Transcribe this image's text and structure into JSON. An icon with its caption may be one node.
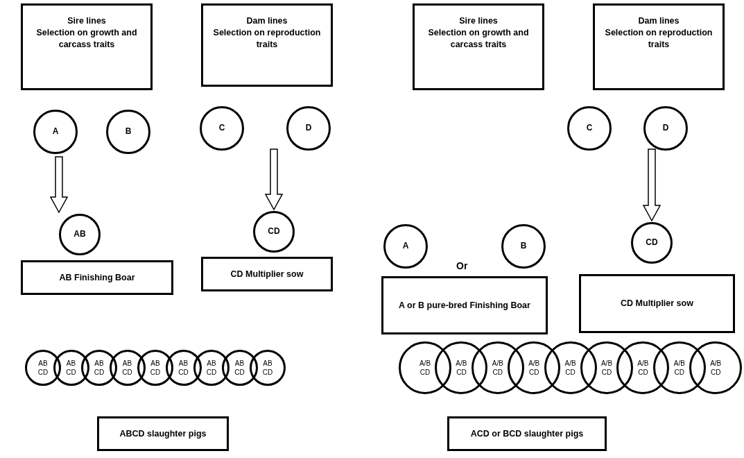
{
  "diagram": {
    "nodes": [
      {
        "text": [
          "Sire lines",
          "Selection on growth and carcass traits"
        ]
      },
      {
        "text": [
          "Dam lines",
          "Selection on reproduction traits"
        ]
      },
      {
        "text": [
          "A"
        ]
      },
      {
        "text": [
          "B"
        ]
      },
      {
        "text": [
          "C"
        ]
      },
      {
        "text": [
          "D"
        ]
      },
      {
        "text": [
          "AB"
        ]
      },
      {
        "text": [
          "CD"
        ]
      },
      {
        "text": [
          "AB Finishing Boar"
        ]
      },
      {
        "text": [
          "CD Multiplier sow"
        ]
      },
      {
        "text": [
          "AB CD"
        ]
      },
      {
        "text": [
          "AB CD"
        ]
      },
      {
        "text": [
          "AB CD"
        ]
      },
      {
        "text": [
          "AB CD"
        ]
      },
      {
        "text": [
          "AB CD"
        ]
      },
      {
        "text": [
          "AB CD"
        ]
      },
      {
        "text": [
          "AB CD"
        ]
      },
      {
        "text": [
          "AB CD"
        ]
      },
      {
        "text": [
          "AB CD"
        ]
      },
      {
        "text": [
          "ABCD slaughter pigs"
        ]
      },
      {
        "text": [
          "Sire lines",
          "Selection on growth and carcass traits"
        ]
      },
      {
        "text": [
          "Dam lines",
          "Selection on reproduction traits"
        ]
      },
      {
        "text": [
          "C"
        ]
      },
      {
        "text": [
          "D"
        ]
      },
      {
        "text": [
          "A"
        ]
      },
      {
        "text": [
          "B"
        ]
      },
      {
        "text": [
          "CD"
        ]
      },
      {
        "text": [
          "A or B pure-bred Finishing Boar"
        ]
      },
      {
        "text": [
          "CD Multiplier sow"
        ]
      },
      {
        "text": [
          "A/B CD"
        ]
      },
      {
        "text": [
          "A/B CD"
        ]
      },
      {
        "text": [
          "A/B CD"
        ]
      },
      {
        "text": [
          "A/B CD"
        ]
      },
      {
        "text": [
          "A/B CD"
        ]
      },
      {
        "text": [
          "A/B CD"
        ]
      },
      {
        "text": [
          "A/B CD"
        ]
      },
      {
        "text": [
          "A/B CD"
        ]
      },
      {
        "text": [
          "A/B CD"
        ]
      },
      {
        "text": [
          "ACD or BCD slaughter pigs"
        ]
      }
    ],
    "edges": [
      {
        "from": 2,
        "to": 6,
        "arrow": "to"
      },
      {
        "from": null,
        "to": 7,
        "arrow": "to"
      },
      {
        "from": null,
        "to": 26,
        "arrow": "to"
      }
    ],
    "labels": [
      "Or"
    ]
  }
}
